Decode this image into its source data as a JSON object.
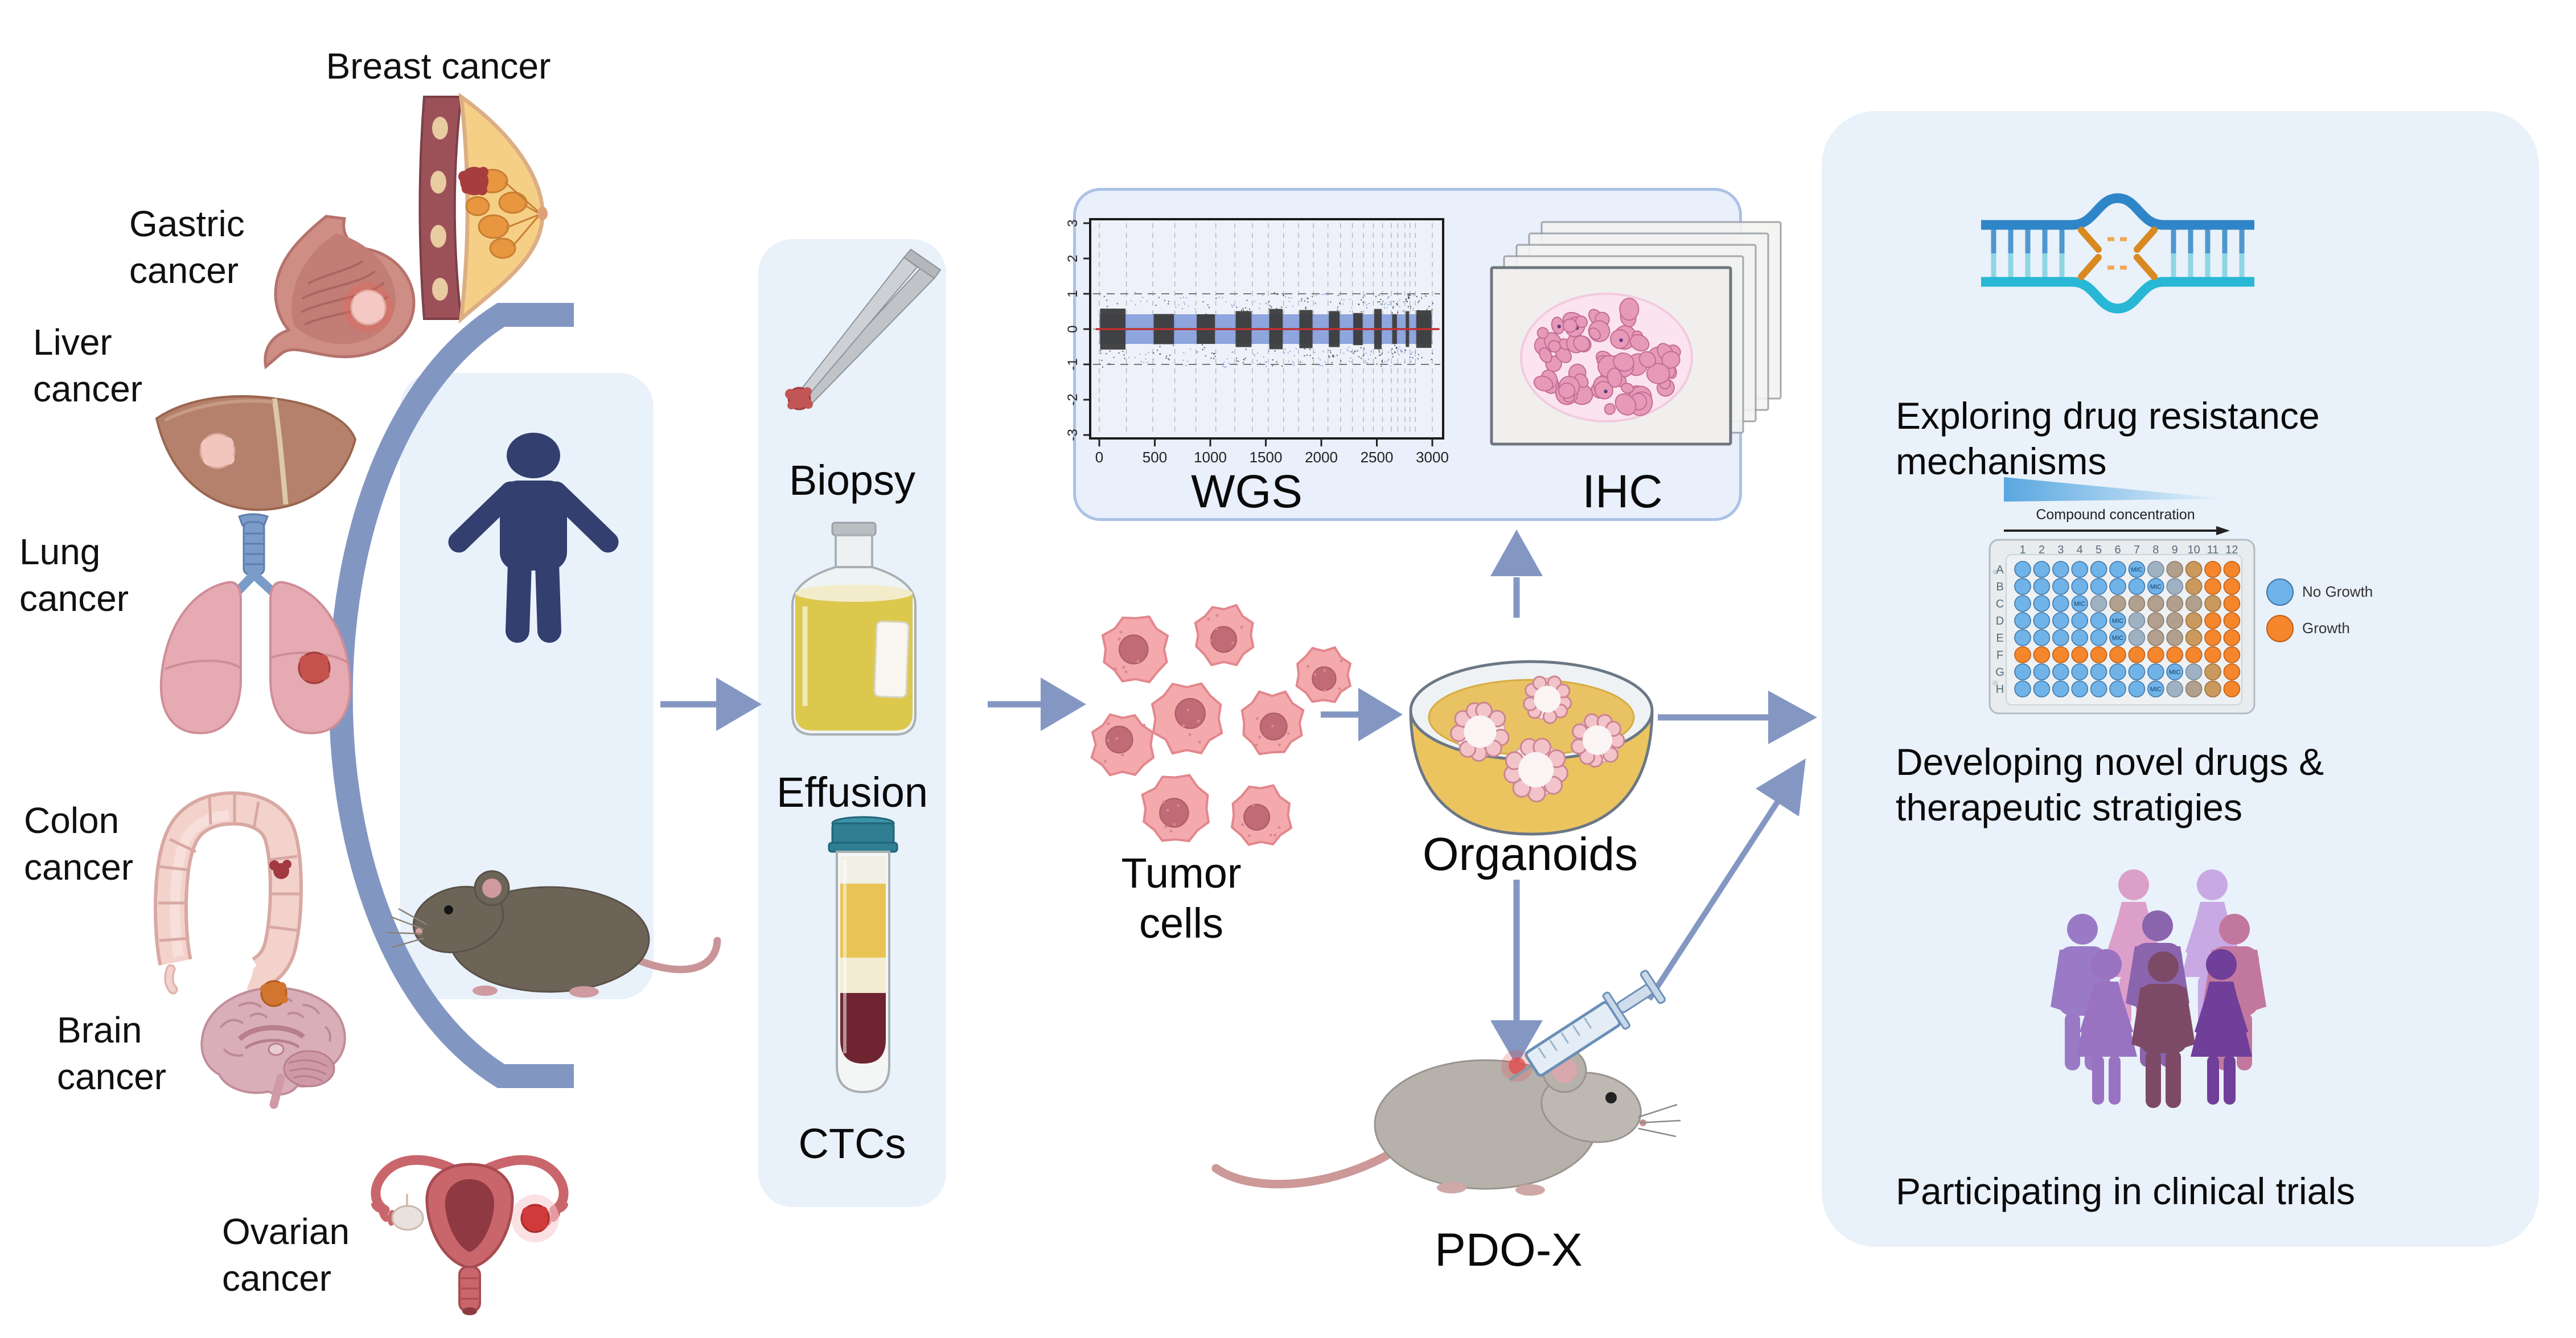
{
  "cancers": [
    {
      "name": "breast",
      "label": "Breast cancer"
    },
    {
      "name": "gastric",
      "label": "Gastric\ncancer"
    },
    {
      "name": "liver",
      "label": "Liver\ncancer"
    },
    {
      "name": "lung",
      "label": "Lung\ncancer"
    },
    {
      "name": "colon",
      "label": "Colon\ncancer"
    },
    {
      "name": "brain",
      "label": "Brain\ncancer"
    },
    {
      "name": "ovarian",
      "label": "Ovarian\ncancer"
    }
  ],
  "samples": {
    "biopsy": "Biopsy",
    "effusion": "Effusion",
    "ctcs": "CTCs"
  },
  "flow": {
    "tumor_cells": "Tumor\ncells",
    "organoids": "Organoids",
    "pdox": "PDO-X"
  },
  "analysis": {
    "wgs_label": "WGS",
    "ihc_label": "IHC"
  },
  "wgs": {
    "type": "scatter",
    "x_ticks": [
      0,
      500,
      1000,
      1500,
      2000,
      2500,
      3000
    ],
    "y_ticks": [
      3,
      2,
      1,
      0,
      -1,
      -2,
      -3
    ],
    "center_line": 0,
    "threshold_lines": [
      1,
      -1
    ],
    "band_colors": {
      "dark": "#3b3b3b",
      "blue": "#7d98d9"
    },
    "center_line_color": "#c03030"
  },
  "plate": {
    "concentration_label": "Compound concentration",
    "col_headers": [
      "1",
      "2",
      "3",
      "4",
      "5",
      "6",
      "7",
      "8",
      "9",
      "10",
      "11",
      "12"
    ],
    "row_headers": [
      "A",
      "B",
      "C",
      "D",
      "E",
      "F",
      "G",
      "H"
    ],
    "mic_label": "MIC",
    "wells": [
      "BBBBBBMGTNOO",
      "BBBBBBBMGNOO",
      "BBBMGTTTTTNO",
      "BBBBBMGTTNOO",
      "BBBBBMGTTNOO",
      "OOOOOOOOOOOO",
      "BBBBBBBBMGNO",
      "BBBBBBBMGTNO"
    ],
    "well_colors": {
      "B": "#6fb3e8",
      "M": "#6fb3e8",
      "G": "#9fb2c4",
      "T": "#b2a08e",
      "N": "#c9995e",
      "O": "#f5862c"
    },
    "legend": [
      {
        "key": "B",
        "label": "No Growth",
        "color": "#6fb3e8"
      },
      {
        "key": "O",
        "label": "Growth",
        "color": "#f5862c"
      }
    ]
  },
  "applications": [
    {
      "icon": "dna-damage-icon",
      "label": "Exploring drug resistance\nmechanisms"
    },
    {
      "icon": "well-plate-icon",
      "label": "Developing novel drugs &\ntherapeutic stratigies"
    },
    {
      "icon": "people-group-icon",
      "label": "Participating in clinical trials"
    }
  ],
  "colors": {
    "arrow": "#8497c3",
    "arc": "#8296c2",
    "panel": "#e9f1fa",
    "box": "#e9f1fb",
    "wgs_box_border": "#aac2e6",
    "navy_person": "#333f6e",
    "dna_top": "#2e86c8",
    "dna_bottom": "#28b7d5",
    "dna_damage": "#d8891f"
  }
}
